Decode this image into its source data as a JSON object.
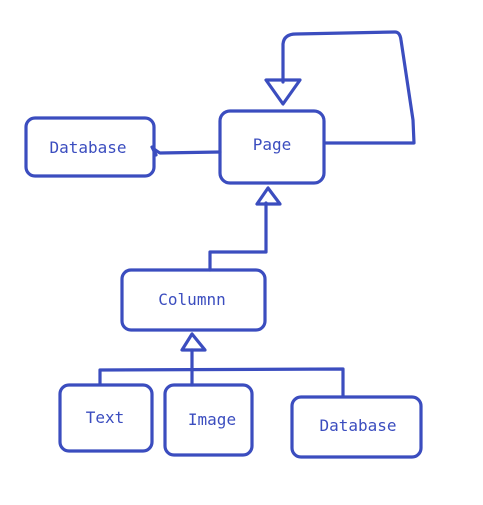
{
  "diagram": {
    "stroke_color": "#3b4dbf",
    "nodes": {
      "page": "Page",
      "database_top": "Database",
      "column": "Columnn",
      "text": "Text",
      "image": "Image",
      "database_bottom": "Database"
    },
    "edges": [
      {
        "from": "page",
        "to": "page",
        "kind": "inheritance-self"
      },
      {
        "from": "database_top",
        "to": "page",
        "kind": "association"
      },
      {
        "from": "column",
        "to": "page",
        "kind": "inheritance"
      },
      {
        "from": "text",
        "to": "column",
        "kind": "inheritance"
      },
      {
        "from": "image",
        "to": "column",
        "kind": "inheritance"
      },
      {
        "from": "database_bottom",
        "to": "column",
        "kind": "inheritance"
      }
    ]
  }
}
